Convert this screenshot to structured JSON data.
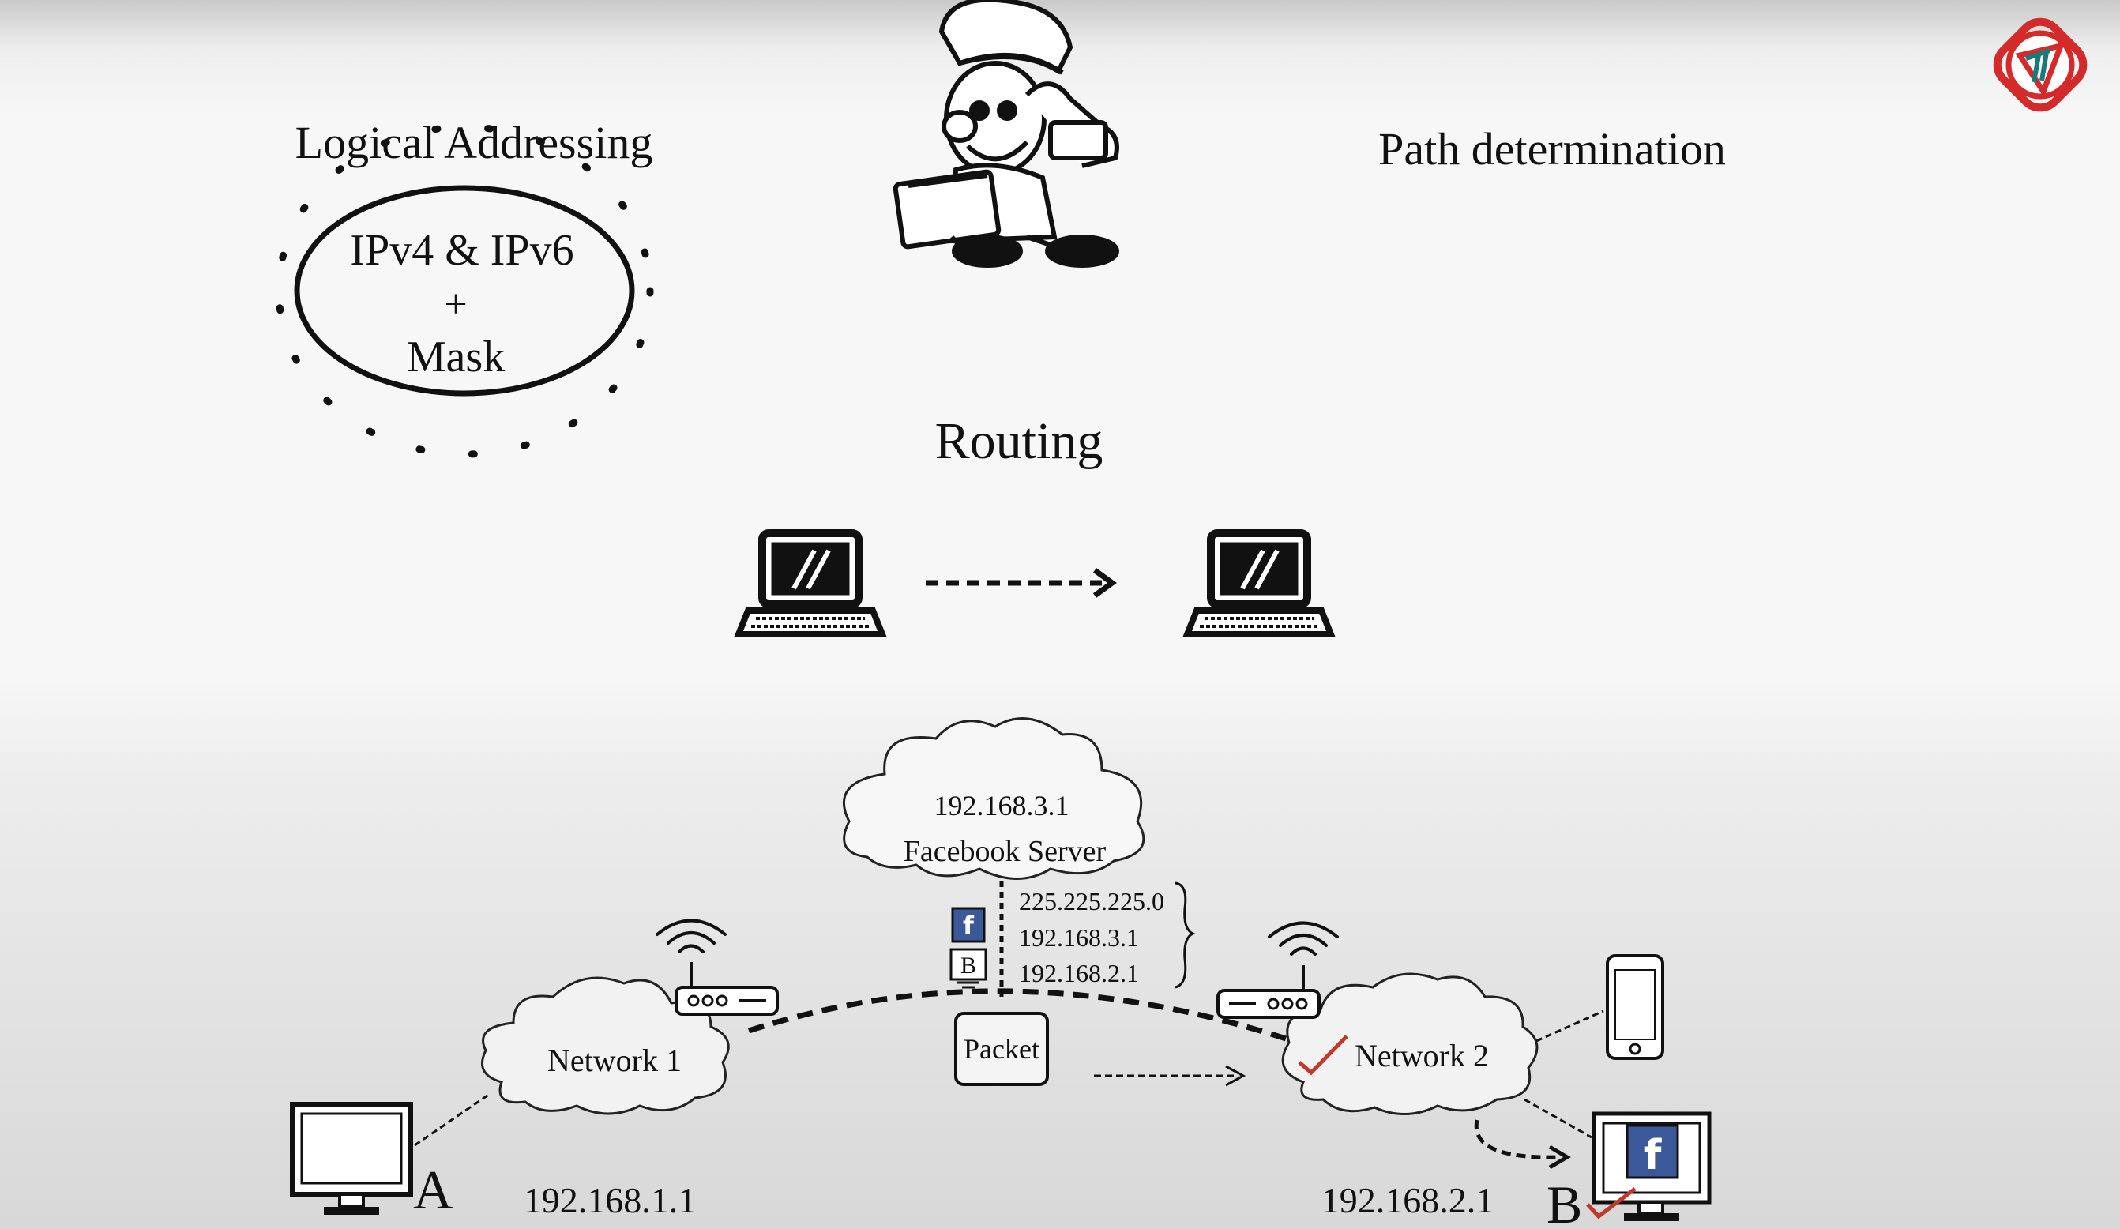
{
  "headings": {
    "logical_addressing": "Logical Addressing",
    "path_determination": "Path determination",
    "routing": "Routing"
  },
  "ellipse": {
    "line1": "IPv4 & IPv6",
    "line2": "+",
    "line3": "Mask"
  },
  "server_cloud": {
    "ip": "192.168.3.1",
    "label": "Facebook Server"
  },
  "packet_fields": [
    "225.225.225.0",
    "192.168.3.1",
    "192.168.2.1"
  ],
  "packet_icons": {
    "facebook_letter": "f",
    "b_letter": "B"
  },
  "packet_label": "Packet",
  "network1": {
    "label": "Network 1"
  },
  "network2": {
    "label": "Network 2"
  },
  "host_a": {
    "letter": "A",
    "ip": "192.168.1.1"
  },
  "host_b": {
    "letter": "B",
    "ip": "192.168.2.1",
    "facebook_letter": "f"
  },
  "colors": {
    "facebook_blue": "#3b5998",
    "check_red": "#c0392b",
    "logo_red": "#d42a2a",
    "logo_teal": "#1a7a78",
    "ink": "#111111"
  },
  "icons": [
    "logo-icon",
    "cartoon-character-icon",
    "laptop-icon",
    "router-icon",
    "wifi-icon",
    "desktop-monitor-icon",
    "smartphone-icon",
    "facebook-icon",
    "checkmark-icon"
  ]
}
